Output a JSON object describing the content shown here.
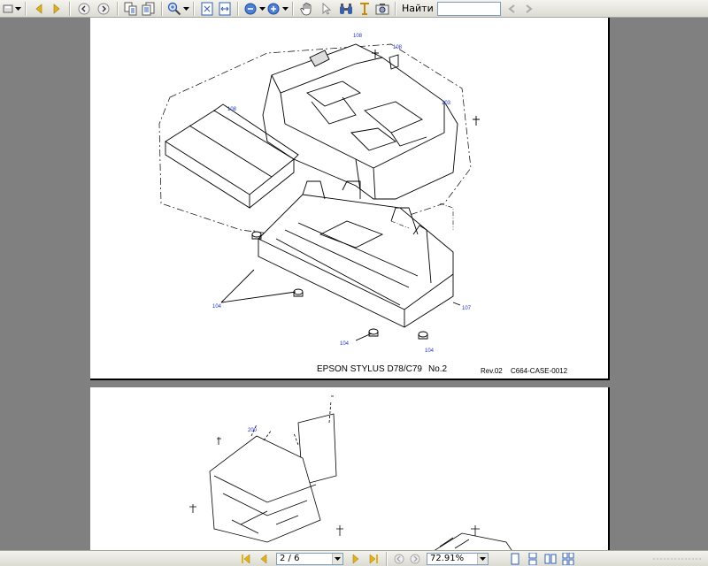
{
  "toolbar": {
    "find_label": "Найти",
    "find_value": "",
    "tools": [
      {
        "name": "save-icon"
      },
      {
        "name": "back-icon"
      },
      {
        "name": "forward-icon"
      },
      {
        "name": "prev-view-icon"
      },
      {
        "name": "next-view-icon"
      },
      {
        "name": "page-layout-icon"
      },
      {
        "name": "rotate-icon"
      },
      {
        "name": "zoom-in-tool-icon"
      },
      {
        "name": "fit-page-icon"
      },
      {
        "name": "fit-width-icon"
      },
      {
        "name": "zoom-out-icon"
      },
      {
        "name": "zoom-in-icon"
      },
      {
        "name": "hand-tool-icon"
      },
      {
        "name": "select-arrow-icon"
      },
      {
        "name": "binoculars-icon"
      },
      {
        "name": "text-select-icon"
      },
      {
        "name": "snapshot-icon"
      }
    ]
  },
  "document": {
    "page1": {
      "title": "EPSON STYLUS D78/C79",
      "number": "No.2",
      "rev": "Rev.02",
      "code": "C664-CASE-0012",
      "callouts": [
        "108",
        "108",
        "108",
        "103",
        "104",
        "104",
        "104",
        "107"
      ]
    },
    "page2": {
      "callouts": [
        "200"
      ]
    }
  },
  "statusbar": {
    "page_indicator": "2 / 6",
    "zoom": "72.91%"
  },
  "colors": {
    "chrome": "#ece9d8",
    "workspace": "#808080",
    "accent_blue": "#2f5fb5",
    "accent_yellow": "#e2b21a"
  }
}
